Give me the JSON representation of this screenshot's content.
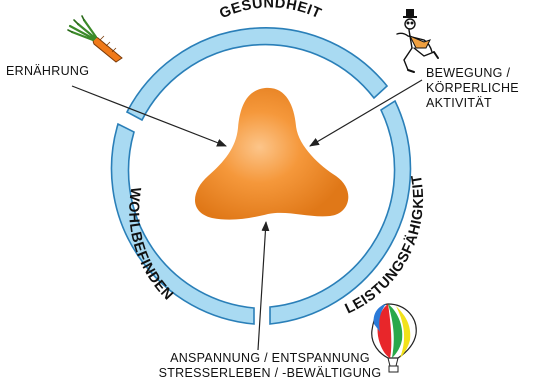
{
  "ring": {
    "top_label": "GESUNDHEIT",
    "left_label": "WOHLBEFINDEN",
    "right_label": "LEISTUNGSFÄHIGKEIT",
    "fill_color": "#a9daf2",
    "stroke_color": "#2a7fb8"
  },
  "factors": {
    "nutrition": "ERNÄHRUNG",
    "exercise_line1": "BEWEGUNG /",
    "exercise_line2": "KÖRPERLICHE",
    "exercise_line3": "AKTIVITÄT",
    "stress_line1": "ANSPANNUNG / ENTSPANNUNG",
    "stress_line2": "STRESSERLEBEN / -BEWÄLTIGUNG"
  },
  "center_shape": {
    "color": "#f08a24"
  },
  "icons": [
    "carrot-icon",
    "stick-figure-icon",
    "hot-air-balloon-icon"
  ]
}
